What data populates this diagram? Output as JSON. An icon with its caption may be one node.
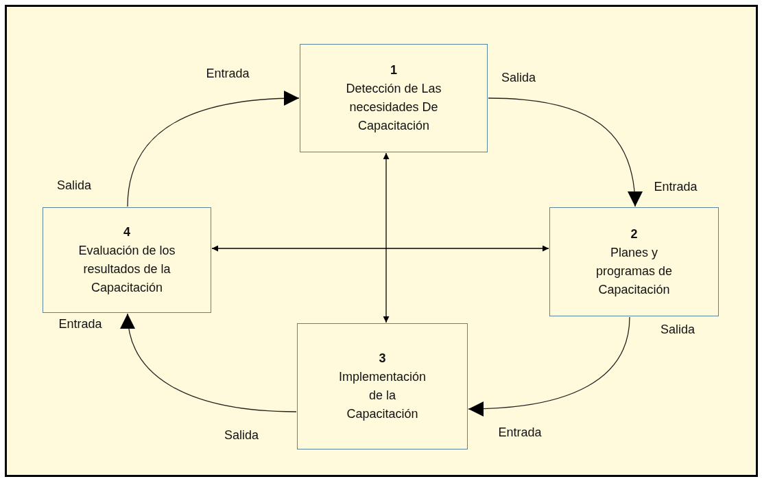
{
  "diagram": {
    "nodes": [
      {
        "text": [
          "1",
          "Detección de Las necesidades De Capacitación"
        ]
      },
      {
        "text": [
          "2",
          "Planes y programas de Capacitación"
        ]
      },
      {
        "text": [
          "3",
          "Implementación de la Capacitación"
        ]
      },
      {
        "text": [
          "4",
          "Evaluación de los resultados de la Capacitación"
        ]
      }
    ],
    "edges": [
      {
        "from": 3,
        "to": 0,
        "arrow": "to"
      },
      {
        "from": 0,
        "to": 1,
        "arrow": "to"
      },
      {
        "from": 1,
        "to": 2,
        "arrow": "to"
      },
      {
        "from": 2,
        "to": 3,
        "arrow": "to"
      },
      {
        "from": 0,
        "to": 2,
        "arrow": "both"
      },
      {
        "from": 3,
        "to": 1,
        "arrow": "both"
      }
    ],
    "labels": [
      "Entrada",
      "Salida",
      "Salida",
      "Entrada",
      "Entrada",
      "Salida",
      "Entrada",
      "Salida"
    ]
  }
}
